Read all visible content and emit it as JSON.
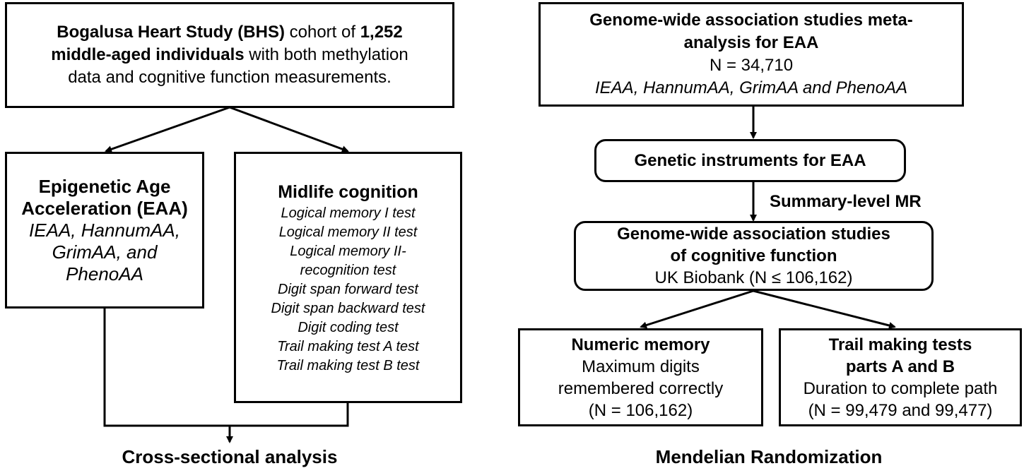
{
  "left": {
    "bhs": {
      "part1": "Bogalusa Heart Study (BHS)",
      "part2": " cohort of ",
      "part3": "1,252",
      "part4": "middle-aged individuals",
      "part5": " with both methylation",
      "part6": "data and cognitive function measurements."
    },
    "eaa": {
      "title1": "Epigenetic Age",
      "title2": "Acceleration (EAA)",
      "items": [
        "IEAA, HannumAA,",
        "GrimAA, and",
        "PhenoAA"
      ]
    },
    "cognition": {
      "title": "Midlife cognition",
      "items": [
        "Logical memory I test",
        "Logical memory II test",
        "Logical memory II-",
        "recognition test",
        "Digit span forward test",
        "Digit span backward test",
        "Digit coding test",
        "Trail making test A test",
        "Trail making test B test"
      ]
    },
    "caption": "Cross-sectional analysis"
  },
  "right": {
    "gwas_eaa": {
      "title1": "Genome-wide association studies meta-",
      "title2": "analysis for EAA",
      "n": "N = 34,710",
      "measures": "IEAA, HannumAA, GrimAA and PhenoAA"
    },
    "instruments": "Genetic instruments for EAA",
    "mr_label": "Summary-level MR",
    "gwas_cog": {
      "title1": "Genome-wide association studies",
      "title2": "of cognitive function",
      "source": "UK Biobank (N ≤ 106,162)"
    },
    "numeric": {
      "title": "Numeric memory",
      "line1": "Maximum digits",
      "line2": "remembered correctly",
      "n": "(N = 106,162)"
    },
    "trail": {
      "title1": "Trail making tests",
      "title2": "parts A and B",
      "line1": "Duration to complete path",
      "n": "(N = 99,479 and 99,477)"
    },
    "caption": "Mendelian Randomization"
  }
}
